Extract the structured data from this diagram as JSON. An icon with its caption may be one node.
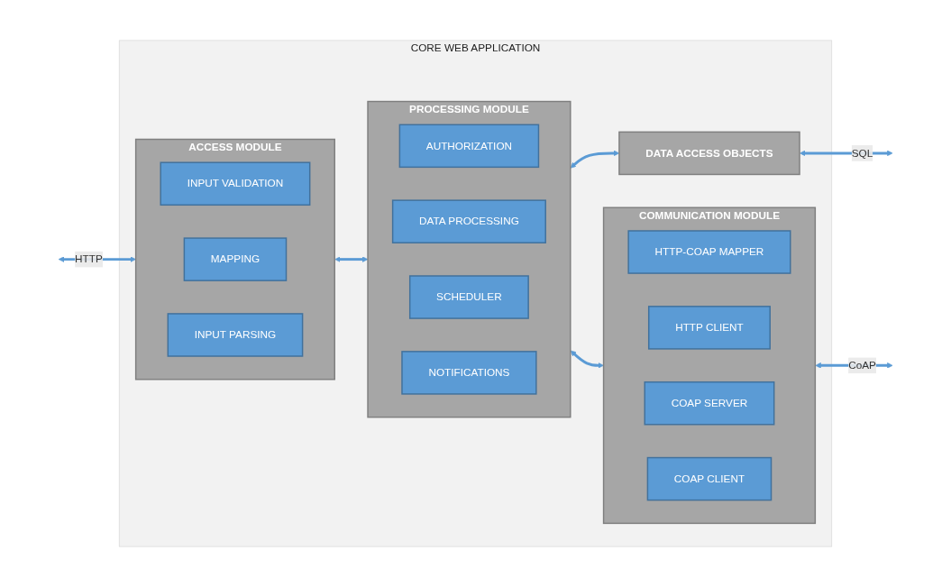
{
  "diagram": {
    "nodes": [
      {
        "text": [
          "CORE WEB APPLICATION"
        ]
      },
      {
        "text": [
          "ACCESS MODULE"
        ],
        "in": 0
      },
      {
        "text": [
          "INPUT VALIDATION"
        ],
        "in": 1
      },
      {
        "text": [
          "MAPPING"
        ],
        "in": 1
      },
      {
        "text": [
          "INPUT PARSING"
        ],
        "in": 1
      },
      {
        "text": [
          "PROCESSING MODULE"
        ],
        "in": 0
      },
      {
        "text": [
          "AUTHORIZATION"
        ],
        "in": 5
      },
      {
        "text": [
          "DATA PROCESSING"
        ],
        "in": 5
      },
      {
        "text": [
          "SCHEDULER"
        ],
        "in": 5
      },
      {
        "text": [
          "NOTIFICATIONS"
        ],
        "in": 5
      },
      {
        "text": [
          "DATA ACCESS OBJECTS"
        ],
        "in": 0
      },
      {
        "text": [
          "COMMUNICATION MODULE"
        ],
        "in": 0
      },
      {
        "text": [
          "HTTP-COAP MAPPER"
        ],
        "in": 11
      },
      {
        "text": [
          "HTTP CLIENT"
        ],
        "in": 11
      },
      {
        "text": [
          "COAP SERVER"
        ],
        "in": 11
      },
      {
        "text": [
          "COAP CLIENT"
        ],
        "in": 11
      }
    ],
    "edges": [
      {
        "from": null,
        "to": 1,
        "arrow": "both",
        "label": "HTTP"
      },
      {
        "from": 1,
        "to": 5,
        "arrow": "both"
      },
      {
        "from": 5,
        "to": 10,
        "arrow": "both"
      },
      {
        "from": 10,
        "to": null,
        "arrow": "both",
        "label": "SQL"
      },
      {
        "from": 5,
        "to": 11,
        "arrow": "both"
      },
      {
        "from": 11,
        "to": null,
        "arrow": "both",
        "label": "CoAP"
      }
    ]
  }
}
